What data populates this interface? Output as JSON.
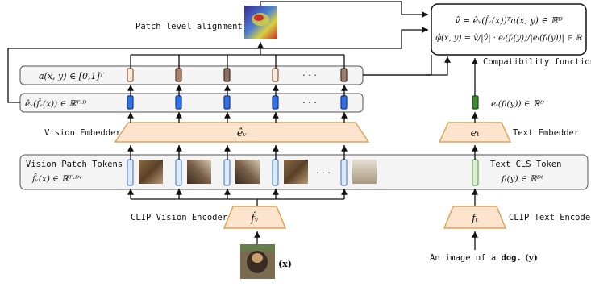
{
  "captions": {
    "patch_alignment": "Patch level alignment",
    "compat_function": "Compatibility function",
    "vision_embedder": "Vision Embedder",
    "text_embedder": "Text Embedder",
    "vision_patch_tokens": "Vision Patch Tokens",
    "text_cls_token": "Text CLS Token",
    "clip_vision_encoder": "CLIP Vision Encoder",
    "clip_text_encoder": "CLIP Text Encoder",
    "image_caption_prefix": "An image of a ",
    "image_caption_word": "dog.",
    "image_caption_var": "(y)",
    "input_image_var": "(x)"
  },
  "formulas": {
    "compat_line1": "v̂ = êᵥ(f̂ᵥ(x))ᵀa(x, y) ∈ ℝᴰ",
    "compat_line2": "φ̂(x, y) = v̂/|v̂| · eₜ(fₜ(y))/|eₜ(fₜ(y))| ∈ ℝ",
    "attention_row": "a(x, y) ∈ [0,1]ᵀ",
    "vision_embed_row": "êᵥ(f̂ᵥ(x)) ∈ ℝᵀ·ᴰ",
    "text_embed_row": "eₜ(fₜ(y)) ∈ ℝᴰ",
    "vision_tokens_row": "f̂ᵥ(x) ∈ ℝᵀ·ᴰᵛ",
    "text_tokens_row": "fₜ(y) ∈ ℝᴰᵗ",
    "vision_embedder_symbol": "êᵥ",
    "text_embedder_symbol": "eₜ",
    "vision_encoder_symbol": "f̂ᵥ",
    "text_encoder_symbol": "fₜ",
    "ellipsis": "· · ·"
  },
  "colors": {
    "attention_cell": "#a9826c",
    "attention_cell_light": "#fbe9dc",
    "vision_embed_cell": "#2f6fe8",
    "text_embed_cell": "#3c8a2e",
    "patch_token_cell": "#dce9f8",
    "text_token_cell": "#dcf0d4",
    "trapezoid_fill": "#fde4cc",
    "trapezoid_stroke": "#e0a25b",
    "panel_fill": "#f4f4f4"
  }
}
